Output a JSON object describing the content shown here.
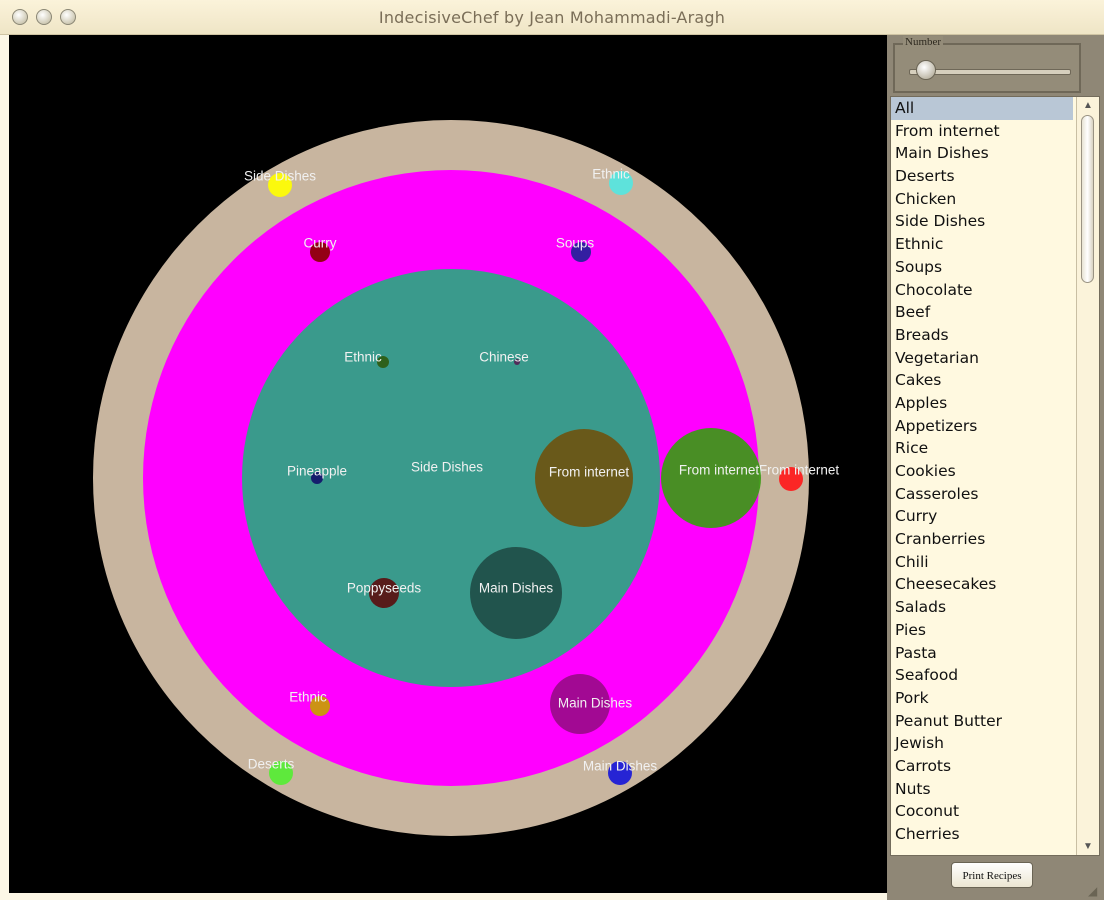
{
  "window": {
    "title": "IndecisiveChef by Jean Mohammadi-Aragh"
  },
  "sidebar": {
    "slider": {
      "label": "Number",
      "value": 0.05
    },
    "categories": [
      "All",
      "From internet",
      "Main Dishes",
      "Deserts",
      "Chicken",
      "Side Dishes",
      "Ethnic",
      "Soups",
      "Chocolate",
      "Beef",
      "Breads",
      "Vegetarian",
      "Cakes",
      "Apples",
      "Appetizers",
      "Rice",
      "Cookies",
      "Casseroles",
      "Curry",
      "Cranberries",
      "Chili",
      "Cheesecakes",
      "Salads",
      "Pies",
      "Pasta",
      "Seafood",
      "Pork",
      "Peanut Butter",
      "Jewish",
      "Carrots",
      "Nuts",
      "Coconut",
      "Cherries"
    ],
    "selected_category": "All",
    "print_button": "Print Recipes"
  },
  "visualization": {
    "ring_colors": {
      "outer": "#c8b59f",
      "middle": "#ff00ff",
      "inner": "#3a9a8c"
    },
    "outer_ring_nodes": [
      {
        "label": "Side Dishes",
        "color": "#ffff00"
      },
      {
        "label": "Ethnic",
        "color": "#55e6e0"
      },
      {
        "label": "Deserts",
        "color": "#55ee33"
      },
      {
        "label": "Main Dishes",
        "color": "#1818d8"
      },
      {
        "label": "From internet",
        "color": "#ff1a1a"
      }
    ],
    "middle_ring_nodes": [
      {
        "label": "Curry",
        "color": "#8b0000"
      },
      {
        "label": "Soups",
        "color": "#222299"
      },
      {
        "label": "Ethnic",
        "color": "#c8a000"
      },
      {
        "label": "Main Dishes",
        "color": "#9a0a8a"
      },
      {
        "label": "From internet",
        "color": "#3a9a12"
      }
    ],
    "inner_ring_nodes": [
      {
        "label": "Ethnic",
        "color": "#2e5b10"
      },
      {
        "label": "Chinese",
        "color": "#552255"
      },
      {
        "label": "Pineapple",
        "color": "#12126a"
      },
      {
        "label": "Side Dishes",
        "color": "#3a9a8c"
      },
      {
        "label": "From internet",
        "color": "#6e5410"
      },
      {
        "label": "Poppyseeds",
        "color": "#5a1010"
      },
      {
        "label": "Main Dishes",
        "color": "#1f4e48"
      }
    ]
  }
}
